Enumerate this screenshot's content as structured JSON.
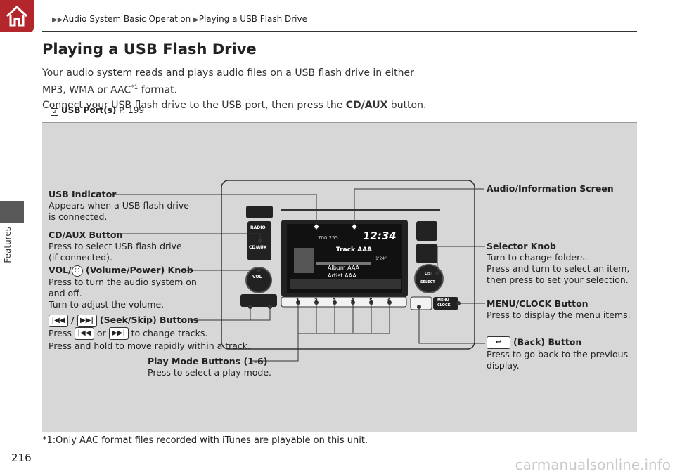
{
  "header": {
    "breadcrumb": [
      "Audio System Basic Operation",
      "Playing a USB Flash Drive"
    ]
  },
  "sidebar": {
    "section_label": "Features"
  },
  "page": {
    "title": "Playing a USB Flash Drive",
    "para1": "Your audio system reads and plays audio files on a USB flash drive in either MP3, WMA or AAC",
    "para1_sup": "*1",
    "para1_end": " format.",
    "para2_start": "Connect your USB flash drive to the USB port, then press the ",
    "para2_bold": "CD/AUX",
    "para2_end": " button.",
    "ref_label": "USB Port(s)",
    "ref_page": "P. 199",
    "footnote": "*1:Only AAC format files recorded with iTunes are playable on this unit.",
    "page_number": "216",
    "watermark": "carmanualsonline.info"
  },
  "figure": {
    "usb_indicator_title": "USB Indicator",
    "usb_indicator_desc1": "Appears when a USB flash drive",
    "usb_indicator_desc2": "is connected.",
    "cdaux_title": "CD/AUX Button",
    "cdaux_desc1": "Press to select USB flash drive",
    "cdaux_desc2": "(if connected).",
    "vol_title_a": "VOL/",
    "vol_title_b": " (Volume/Power) Knob",
    "vol_desc1": "Press to turn the audio system on",
    "vol_desc2": "and off.",
    "vol_desc3": "Turn to adjust the volume.",
    "seek_title": " (Seek/Skip) Buttons",
    "seek_desc_press": "Press ",
    "seek_desc_or": " or ",
    "seek_desc_end": " to change tracks.",
    "seek_desc2": "Press and hold to move rapidly within a track.",
    "play_title": "Play Mode Buttons (1-6)",
    "play_desc": "Press to select a play mode.",
    "screen_title": "Audio/Information Screen",
    "selector_title": "Selector Knob",
    "selector_desc1": "Turn to change folders.",
    "selector_desc2": "Press and turn to select an item,",
    "selector_desc3": "then press to set your selection.",
    "menu_title": "MENU/CLOCK Button",
    "menu_desc": "Press to display the menu items.",
    "back_title": "(Back) Button",
    "back_desc1": "Press to go back to the previous",
    "back_desc2": "display.",
    "unit": {
      "clock": "12:34",
      "track": "Track AAA",
      "album": "Album AAA",
      "artist": "Artist AAA",
      "folder_info": "700  255",
      "time": "1'24\"",
      "radio_label": "RADIO",
      "cdaux_label": "CD/AUX",
      "vol_label": "VOL",
      "list_label": "LIST",
      "select_label": "SELECT",
      "menu_label": "MENU",
      "clock_label": "CLOCK",
      "preset_numbers": [
        "1",
        "2",
        "3",
        "4",
        "5",
        "6"
      ]
    }
  }
}
